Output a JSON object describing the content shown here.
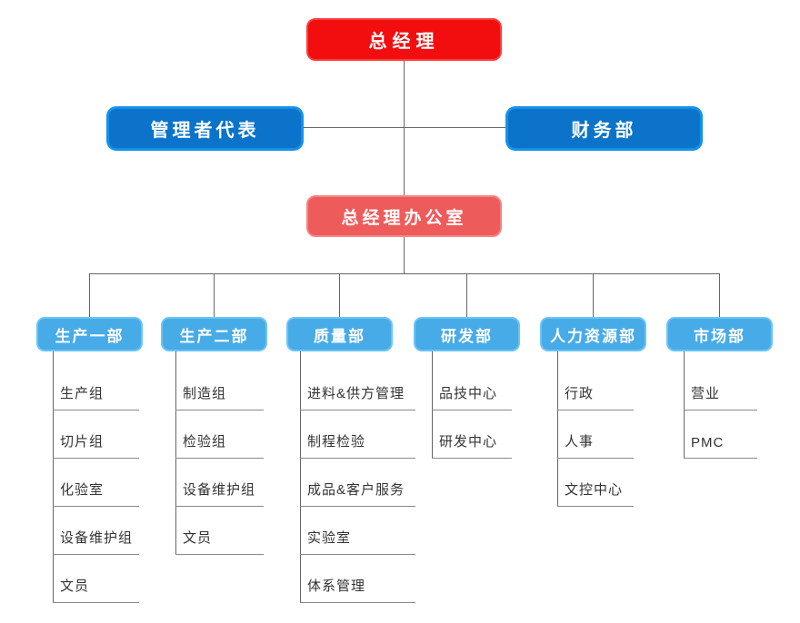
{
  "nodes": {
    "root": "总经理",
    "management_rep": "管理者代表",
    "finance": "财务部",
    "office": "总经理办公室"
  },
  "departments": [
    {
      "label": "生产一部",
      "children": [
        "生产组",
        "切片组",
        "化验室",
        "设备维护组",
        "文员"
      ]
    },
    {
      "label": "生产二部",
      "children": [
        "制造组",
        "检验组",
        "设备维护组",
        "文员"
      ]
    },
    {
      "label": "质量部",
      "children": [
        "进料&供方管理",
        "制程检验",
        "成品&客户服务",
        "实验室",
        "体系管理"
      ]
    },
    {
      "label": "研发部",
      "children": [
        "品技中心",
        "研发中心"
      ]
    },
    {
      "label": "人力资源部",
      "children": [
        "行政",
        "人事",
        "文控中心"
      ]
    },
    {
      "label": "市场部",
      "children": [
        "营业",
        "PMC"
      ]
    }
  ],
  "colors": {
    "root_bg": "#f20e0e",
    "level2_bg": "#0b73c9",
    "office_bg": "#ee5b5b",
    "dept_bg": "#47abe8",
    "connector": "#666666",
    "underline": "#888888",
    "box_text": "#ffffff",
    "item_text": "#333333"
  }
}
